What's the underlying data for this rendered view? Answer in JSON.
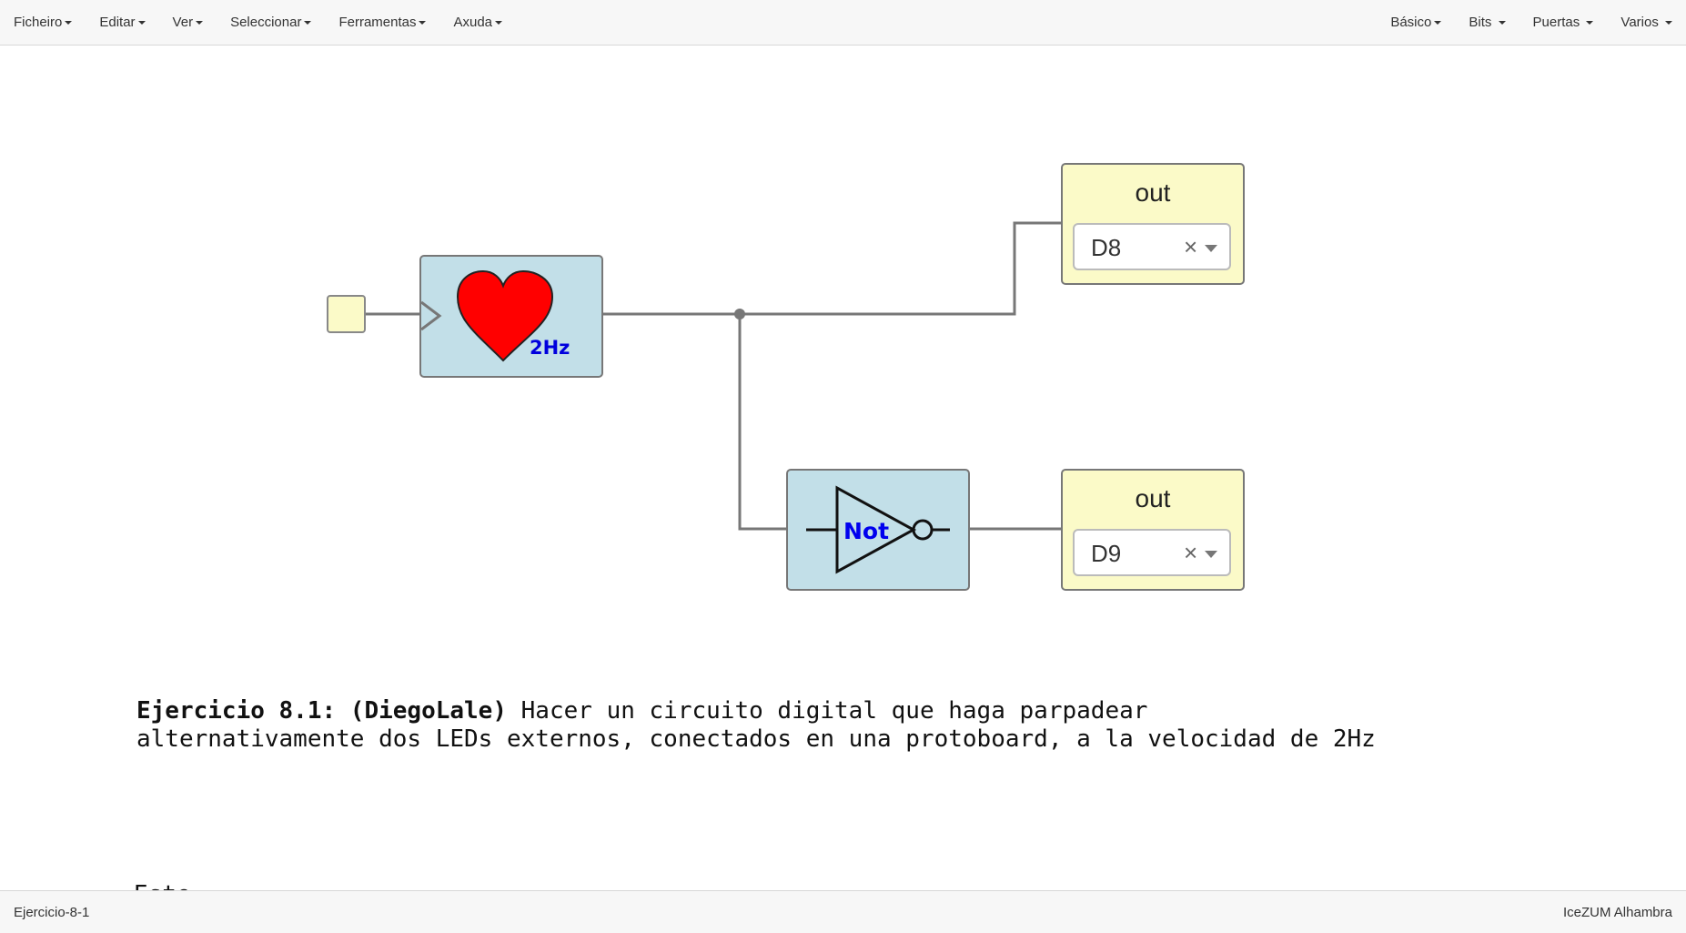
{
  "menu": {
    "left": [
      "Ficheiro",
      "Editar",
      "Ver",
      "Seleccionar",
      "Ferramentas",
      "Axuda"
    ],
    "right": [
      "Básico",
      "Bits",
      "Puertas",
      "Varios"
    ]
  },
  "blocks": {
    "heart": {
      "frequency": "2Hz"
    },
    "not_gate": {
      "label": "Not"
    },
    "output_1": {
      "label": "out",
      "pin": "D8",
      "clear_symbol": "×"
    },
    "output_2": {
      "label": "out",
      "pin": "D9",
      "clear_symbol": "×"
    }
  },
  "description": {
    "title": "Ejercicio 8.1: (DiegoLale)",
    "line1": " Hacer un circuito digital que haga parpadear",
    "line2": "alternativamente dos LEDs externos, conectados en una protoboard, a la velocidad de 2Hz",
    "partial_next_line": "Este"
  },
  "footer": {
    "project_name": "Ejercicio-8-1",
    "board_name": "IceZUM Alhambra"
  },
  "colors": {
    "code_block_bg": "#c2dfe8",
    "io_block_bg": "#fbfac8",
    "wire": "#777777",
    "heart": "#ff0000",
    "label_blue": "#0000dd"
  }
}
